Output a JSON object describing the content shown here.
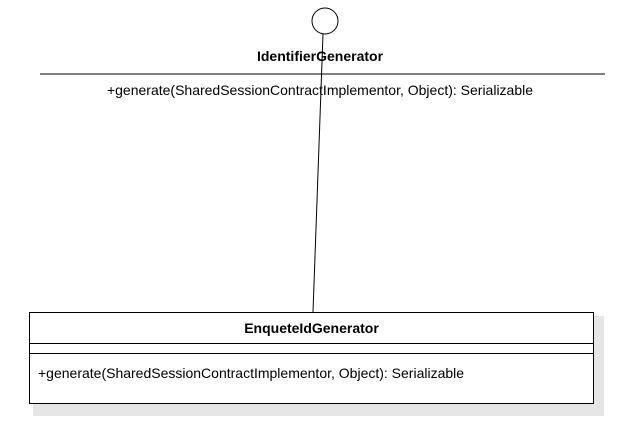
{
  "interface": {
    "name": "IdentifierGenerator",
    "operation": "+generate(SharedSessionContractImplementor, Object): Serializable"
  },
  "implementation": {
    "name": "EnqueteIdGenerator",
    "operation": "+generate(SharedSessionContractImplementor, Object): Serializable"
  },
  "colors": {
    "line": "#000000",
    "separator": "#808080",
    "shadow": "#e6e6e6"
  }
}
